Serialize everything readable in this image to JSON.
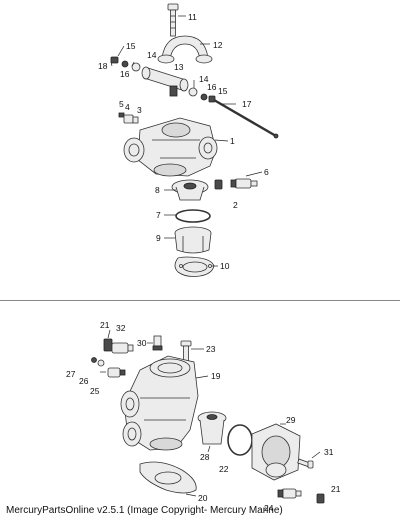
{
  "caption": "MercuryPartsOnline v2.5.1 (Image Copyright- Mercury Marine)",
  "upper_callouts": {
    "c1": "1",
    "c2": "2",
    "c3": "3",
    "c4": "4",
    "c5": "5",
    "c6": "6",
    "c7": "7",
    "c8": "8",
    "c9": "9",
    "c10": "10",
    "c11": "11",
    "c12": "12",
    "c13": "13",
    "c14a": "14",
    "c14b": "14",
    "c15a": "15",
    "c15b": "15",
    "c16a": "16",
    "c16b": "16",
    "c17": "17",
    "c18": "18"
  },
  "lower_callouts": {
    "c19": "19",
    "c20": "20",
    "c21a": "21",
    "c21b": "21",
    "c22": "22",
    "c23": "23",
    "c24": "24",
    "c25": "25",
    "c26": "26",
    "c27": "27",
    "c28": "28",
    "c29": "29",
    "c30": "30",
    "c31": "31",
    "c32": "32"
  }
}
